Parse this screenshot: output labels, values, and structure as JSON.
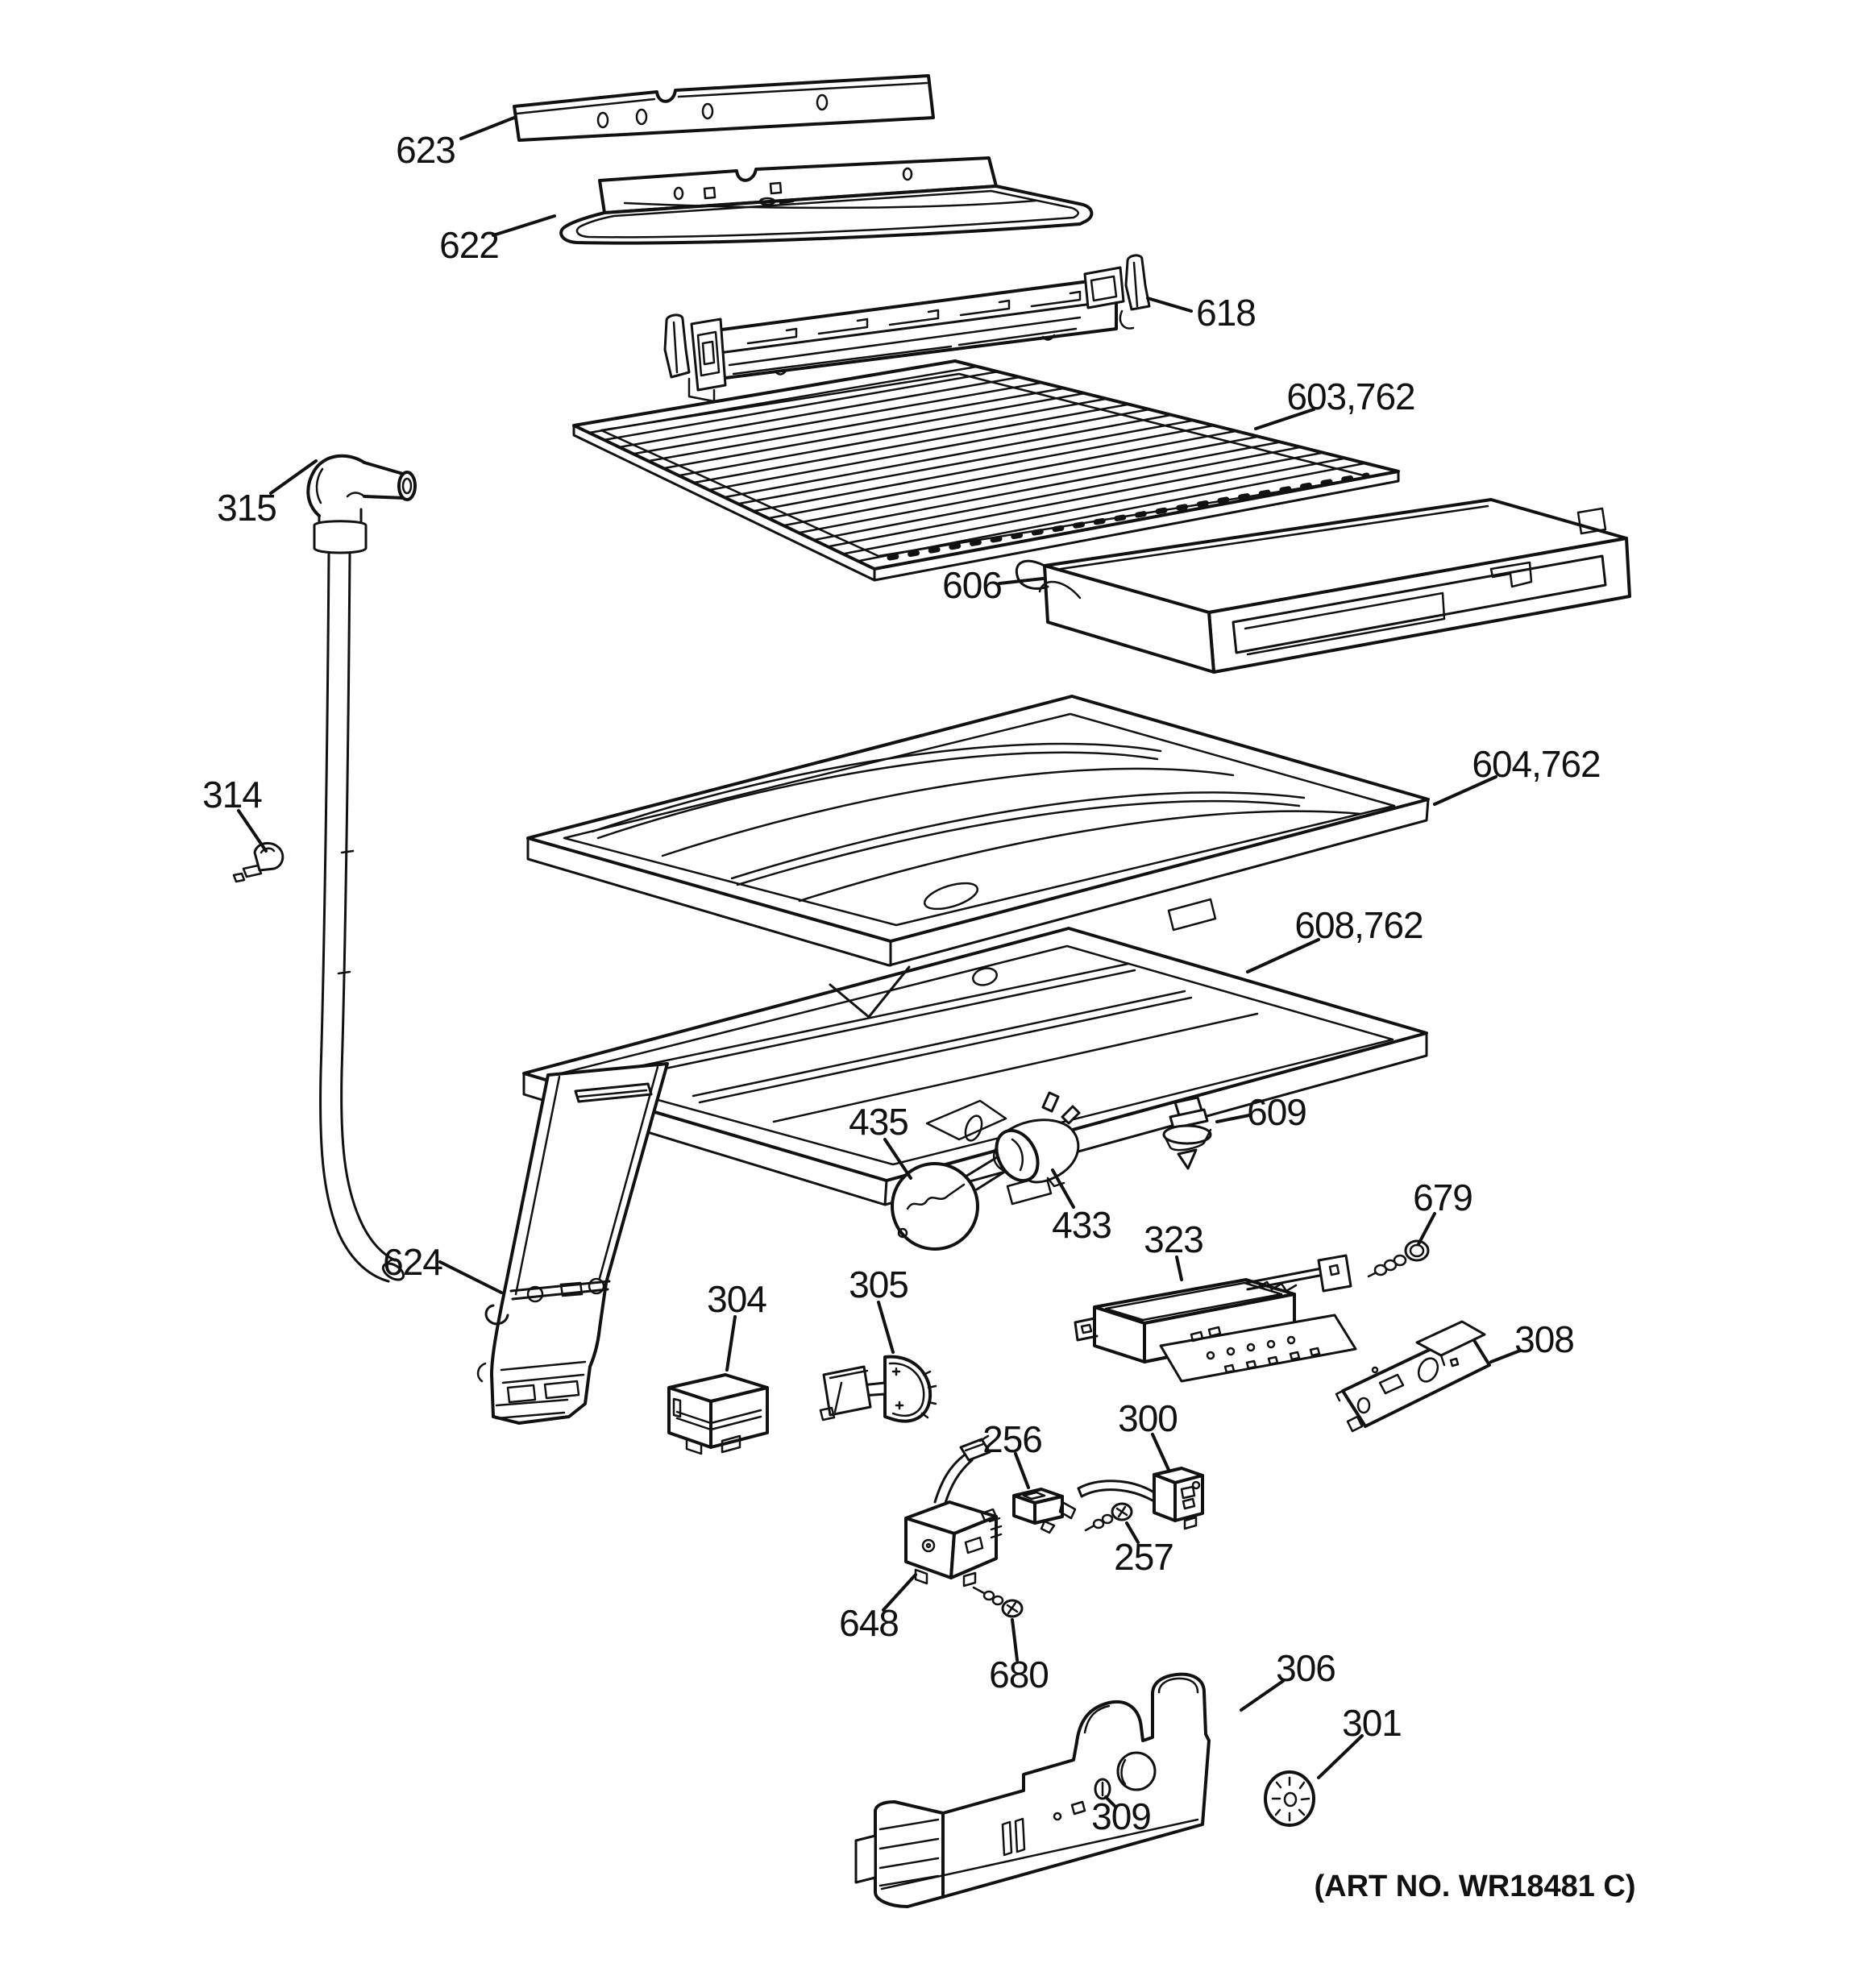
{
  "diagram": {
    "art_no": "(ART NO. WR18481 C)",
    "background": "#ffffff",
    "line_color": "#111111",
    "parts": {
      "p623": {
        "label": "623"
      },
      "p622": {
        "label": "622"
      },
      "p618": {
        "label": "618"
      },
      "p603": {
        "label": "603,762"
      },
      "p606": {
        "label": "606"
      },
      "p315": {
        "label": "315"
      },
      "p314": {
        "label": "314"
      },
      "p604": {
        "label": "604,762"
      },
      "p608": {
        "label": "608,762"
      },
      "p609": {
        "label": "609"
      },
      "p435": {
        "label": "435"
      },
      "p433": {
        "label": "433"
      },
      "p624": {
        "label": "624"
      },
      "p304": {
        "label": "304"
      },
      "p305": {
        "label": "305"
      },
      "p323": {
        "label": "323"
      },
      "p679": {
        "label": "679"
      },
      "p308": {
        "label": "308"
      },
      "p300": {
        "label": "300"
      },
      "p256": {
        "label": "256"
      },
      "p257": {
        "label": "257"
      },
      "p648": {
        "label": "648"
      },
      "p680": {
        "label": "680"
      },
      "p306": {
        "label": "306"
      },
      "p301": {
        "label": "301"
      },
      "p309": {
        "label": "309"
      }
    }
  }
}
